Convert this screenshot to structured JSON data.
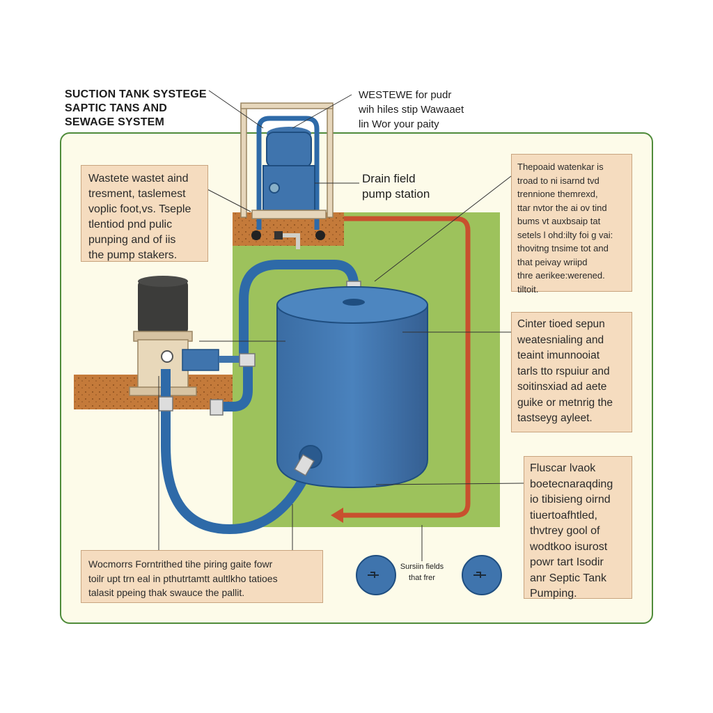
{
  "title": {
    "lines": [
      "SUCTION TANK SYSTEGE",
      "SAPTIC TANS AND",
      "SEWAGE SYSTEM"
    ]
  },
  "top_note": {
    "lines": [
      "WESTEWE for pudr",
      "wih hiles stip Wawaaet",
      "lin Wor your paity"
    ]
  },
  "pump_station": {
    "lines": [
      "Drain field",
      "pump station"
    ]
  },
  "boxes": {
    "left": {
      "lines": [
        "Wastete wastet aind",
        "tresment, taslemest",
        "voplic foot,vs. Tseple",
        "tlentiod pnd pulic",
        "punping and of iis",
        "the pump stakers."
      ]
    },
    "right_top": {
      "lines": [
        "Thepoaid watenkar is",
        "troad to ni isarnd tvd",
        "trennione themrexd,",
        "ttar nvtor the ai ov tind",
        "bums vt auxbsaip tat",
        "setels l ohd:ilty foi g vai:",
        "thovitng tnsime tot and",
        "that peivay wriipd",
        "thre aerikee:werened.",
        "tiltoit."
      ]
    },
    "right_mid": {
      "lines": [
        "Cinter tioed sepun",
        "weatesnialing and",
        "teaint imunnooiat",
        "tarls tto rspuiur and",
        "soitinsxiad ad aete",
        "guike or metnrig the",
        "tastseyg ayleet."
      ]
    },
    "right_bottom": {
      "lines": [
        "Fluscar lvaok",
        "boetecnaraqding",
        "io tibisieng oirnd",
        "tiuertoafhtled,",
        "thvtrey gool of",
        "wodtkoo isurost",
        "powr tart Isodir",
        "anr Septic Tank",
        "Pumping."
      ]
    },
    "bottom": {
      "lines": [
        "Wocmorrs Forntrithed tihe piring gaite fowr",
        "toilr upt trn eal in pthutrtamtt aultlkho tatioes",
        "talasit ppeing thak swauce the pallit."
      ]
    }
  },
  "suction_fields": {
    "lines": [
      "Sursiin fields",
      "that frer"
    ]
  },
  "colors": {
    "frame_border": "#4f8b3a",
    "frame_fill": "#fdfbe9",
    "grass": "#9dc25c",
    "tank_blue": "#3f74ad",
    "hose_blue": "#2e6aa8",
    "soil": "#c47a3a",
    "return_pipe": "#c8502e",
    "label_box": "#f5dcbf",
    "pump_dark": "#3c3c3a"
  },
  "icons": [
    "tank-icon",
    "pump-icon",
    "hose-icon",
    "arrow-icon",
    "valve-icon"
  ]
}
